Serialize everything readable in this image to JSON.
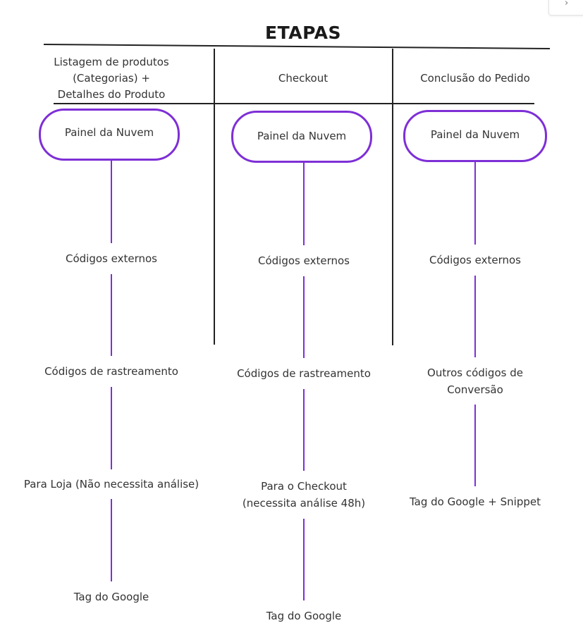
{
  "title": "ETAPAS",
  "columns": [
    {
      "header": "Listagem de produtos (Categorias) + Detalhes do Produto",
      "header_lines": [
        "Listagem de produtos",
        "(Categorias) +",
        "Detalhes do Produto"
      ],
      "start": "Painel da Nuvem",
      "steps": [
        "Códigos externos",
        "Códigos de rastreamento",
        "Para Loja (Não necessita análise)",
        "Tag do Google"
      ]
    },
    {
      "header": "Checkout",
      "start": "Painel da Nuvem",
      "steps": [
        "Códigos externos",
        "Códigos de rastreamento",
        "Para o Checkout (necessita análise 48h)",
        "Tag do Google"
      ],
      "step3_lines": [
        "Para o Checkout",
        "(necessita análise 48h)"
      ]
    },
    {
      "header": "Conclusão do Pedido",
      "start": "Painel da Nuvem",
      "steps": [
        "Códigos externos",
        "Outros códigos de Conversão",
        "Tag do Google + Snippet"
      ],
      "step2_lines": [
        "Outros códigos de",
        "Conversão"
      ]
    }
  ],
  "colors": {
    "accent": "#7e2fd6",
    "divider": "#222222",
    "text": "#333333"
  },
  "corner_icon": "chevron-right-icon"
}
